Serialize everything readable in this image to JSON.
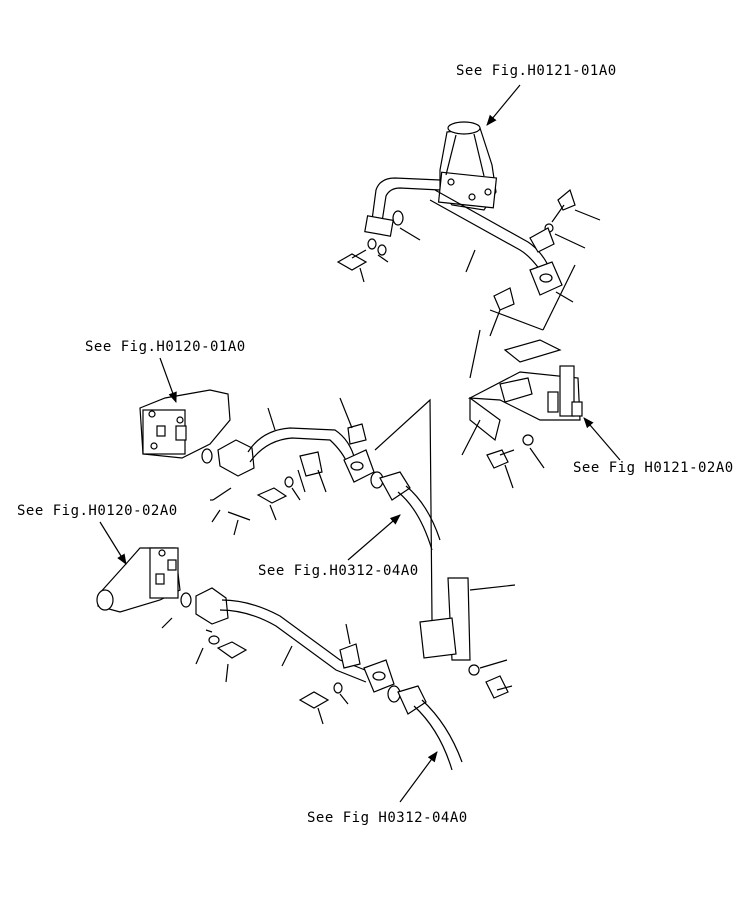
{
  "callouts": {
    "fig_h0121_01a0": "See Fig.H0121-01A0",
    "fig_h0120_01a0": "See Fig.H0120-01A0",
    "fig_h0121_02a0": "See Fig H0121-02A0",
    "fig_h0120_02a0": "See Fig.H0120-02A0",
    "fig_h0312_04a0_upper": "See Fig.H0312-04A0",
    "fig_h0312_04a0_lower": "See Fig H0312-04A0"
  }
}
